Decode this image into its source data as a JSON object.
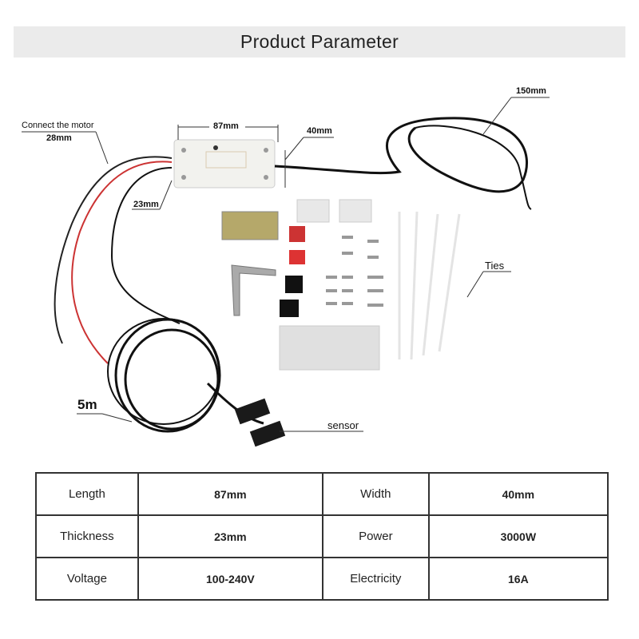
{
  "header": {
    "title": "Product Parameter"
  },
  "annotations": {
    "connect_motor": "Connect the motor",
    "motor_wire_length": "28mm",
    "length": "87mm",
    "width": "40mm",
    "thickness": "23mm",
    "cable_length": "150mm",
    "ties": "Ties",
    "sensor_cable": "5m",
    "sensor": "sensor"
  },
  "params": [
    {
      "label": "Length",
      "value": "87mm",
      "label2": "Width",
      "value2": "40mm"
    },
    {
      "label": "Thickness",
      "value": "23mm",
      "label2": "Power",
      "value2": "3000W"
    },
    {
      "label": "Voltage",
      "value": "100-240V",
      "label2": "Electricity",
      "value2": "16A"
    }
  ]
}
